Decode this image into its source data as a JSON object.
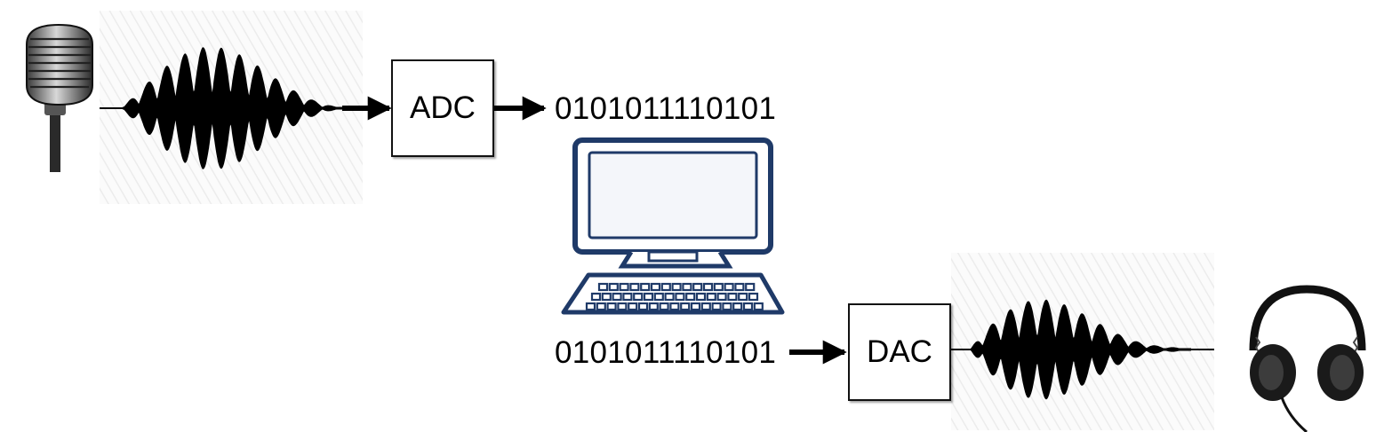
{
  "diagram": {
    "adc_label": "ADC",
    "dac_label": "DAC",
    "bits_top": "0101011110101",
    "bits_bottom": "0101011110101"
  },
  "icons": {
    "input": "microphone-icon",
    "output": "headphones-icon",
    "computer": "computer-icon"
  },
  "colors": {
    "computer": "#1f3a68",
    "waveform": "#000000",
    "screen": "#f4f6fa"
  }
}
